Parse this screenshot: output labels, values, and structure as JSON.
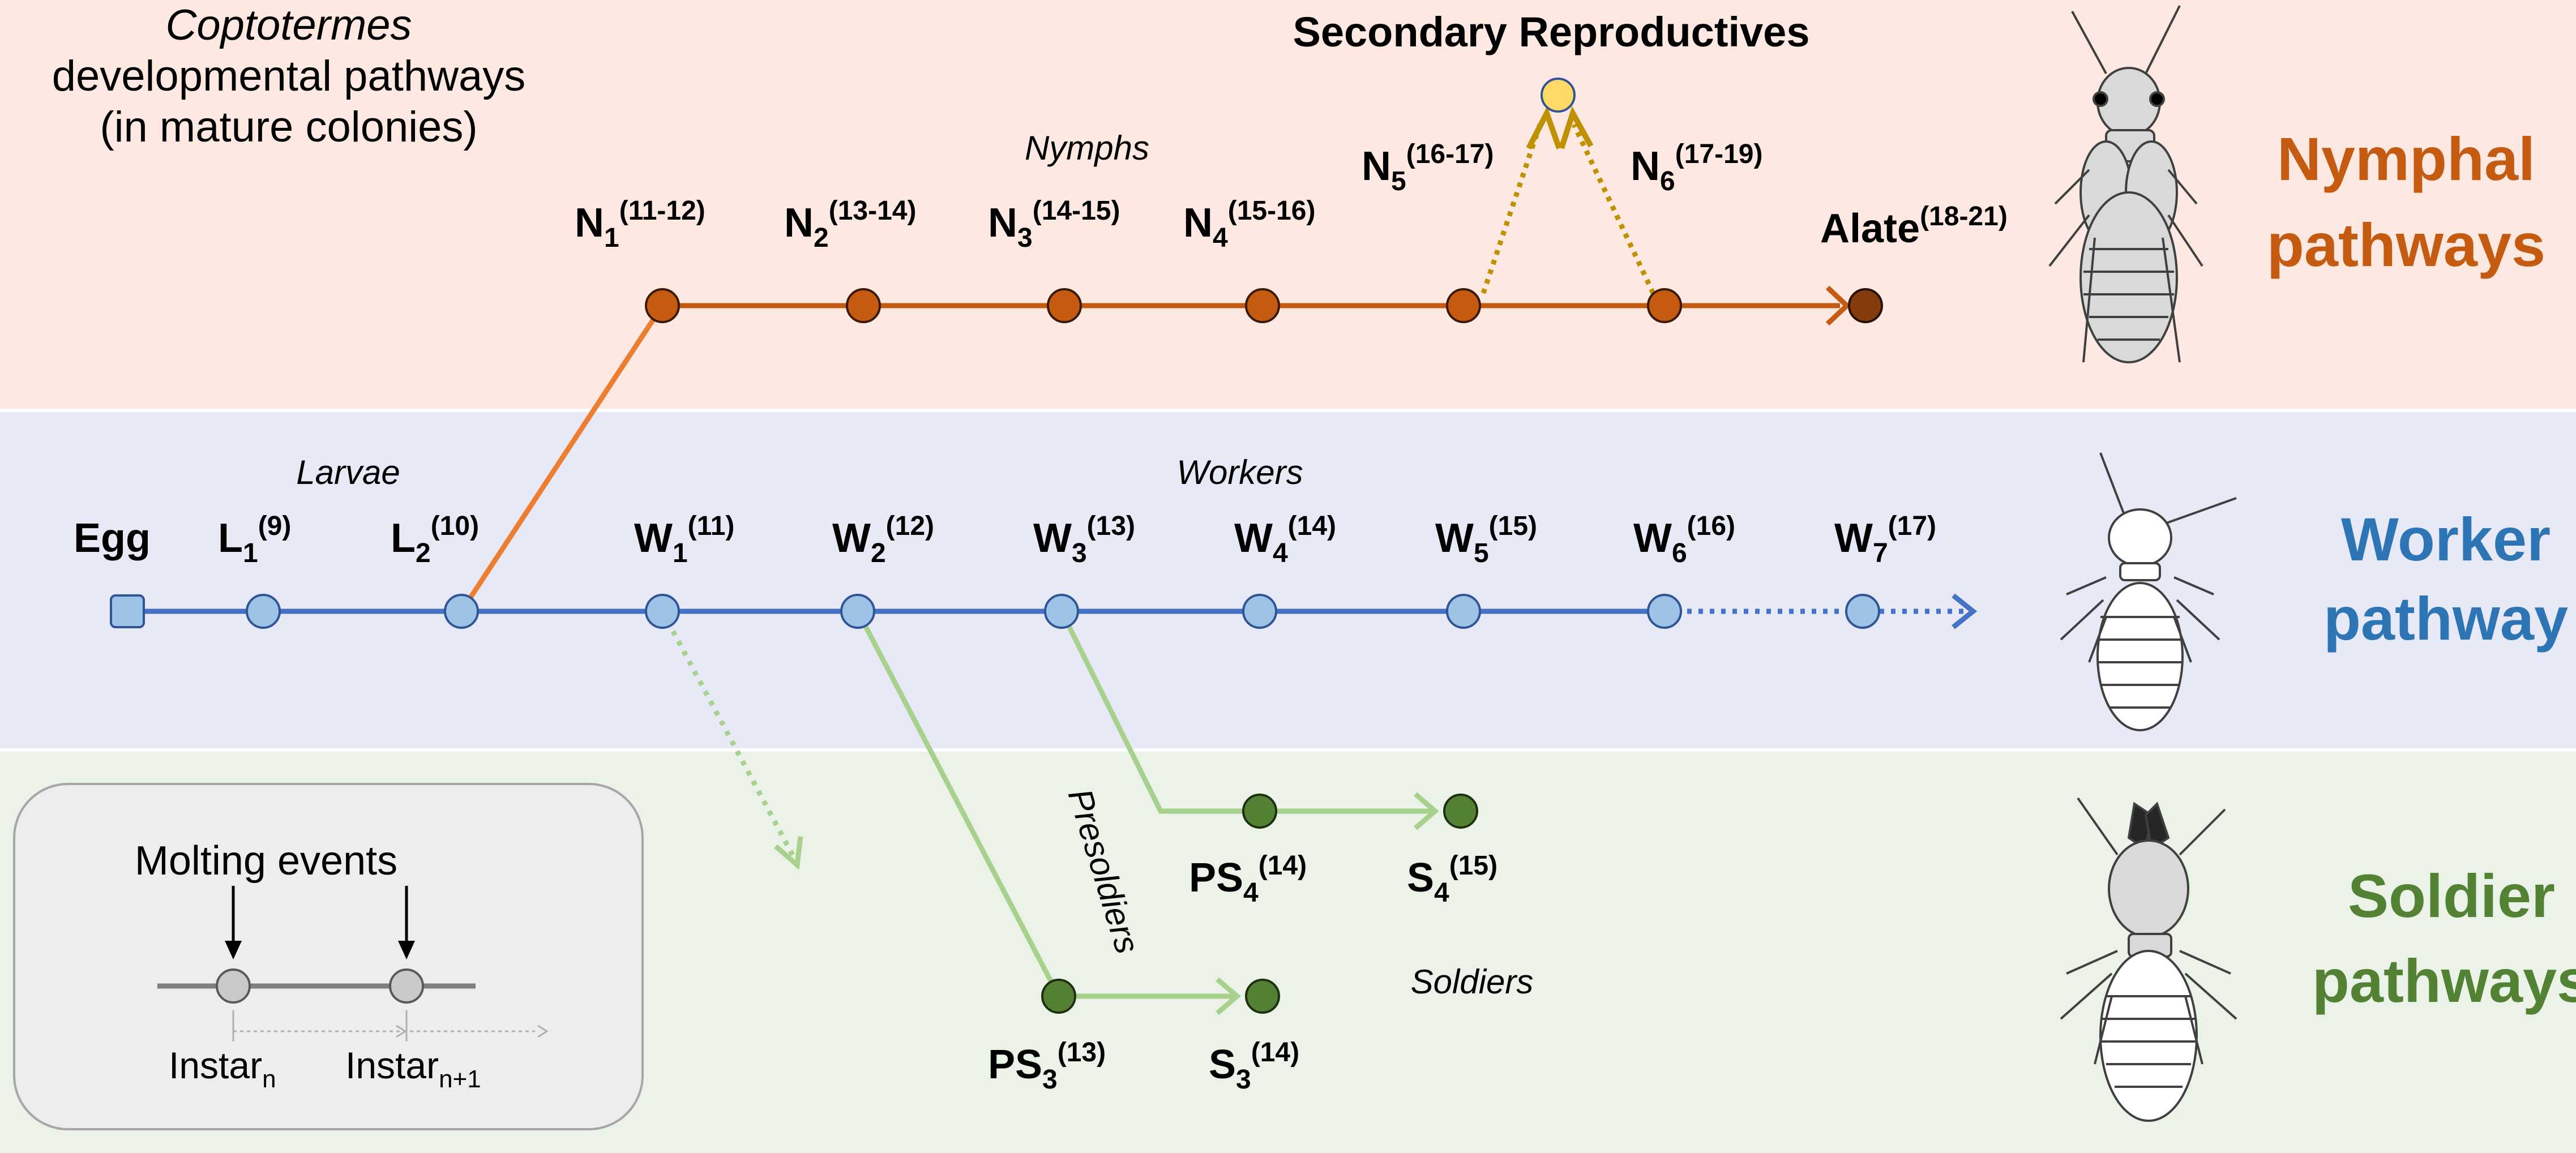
{
  "colors": {
    "nymph_band": "#fde9e1",
    "worker_band": "#e7eaf6",
    "soldier_band": "#ebf3e8",
    "nymph_line": "#c55a11",
    "nymph_branch": "#ed7d31",
    "worker_line": "#4472c4",
    "worker_node": "#9dc3e6",
    "soldier_line": "#a9d18e",
    "soldier_node": "#548235",
    "secondary_arrow": "#bf9000",
    "secondary_node": "#ffd966",
    "alate_node": "#843c0c",
    "nymphal_title": "#c55a11",
    "worker_title": "#2e75b6",
    "soldier_title": "#548235",
    "legend_box": "#ededed",
    "legend_line": "#7f7f7f"
  },
  "title": {
    "genus": "Coptotermes",
    "line2": "developmental pathways",
    "line3": "(in mature colonies)"
  },
  "pathway_titles": {
    "nymphal_line1": "Nymphal",
    "nymphal_line2": "pathways",
    "worker_line1": "Worker",
    "worker_line2": "pathway",
    "soldier_line1": "Soldier",
    "soldier_line2": "pathways"
  },
  "group_labels": {
    "nymphs": "Nymphs",
    "larvae": "Larvae",
    "workers": "Workers",
    "presoldiers": "Presoldiers",
    "soldiers": "Soldiers",
    "secondary_reproductives": "Secondary Reproductives"
  },
  "nodes": {
    "egg": {
      "base": "Egg"
    },
    "l1": {
      "base": "L",
      "sub": "1",
      "sup": "(9)"
    },
    "l2": {
      "base": "L",
      "sub": "2",
      "sup": "(10)"
    },
    "w1": {
      "base": "W",
      "sub": "1",
      "sup": "(11)"
    },
    "w2": {
      "base": "W",
      "sub": "2",
      "sup": "(12)"
    },
    "w3": {
      "base": "W",
      "sub": "3",
      "sup": "(13)"
    },
    "w4": {
      "base": "W",
      "sub": "4",
      "sup": "(14)"
    },
    "w5": {
      "base": "W",
      "sub": "5",
      "sup": "(15)"
    },
    "w6": {
      "base": "W",
      "sub": "6",
      "sup": "(16)"
    },
    "w7": {
      "base": "W",
      "sub": "7",
      "sup": "(17)"
    },
    "n1": {
      "base": "N",
      "sub": "1",
      "sup": "(11-12)"
    },
    "n2": {
      "base": "N",
      "sub": "2",
      "sup": "(13-14)"
    },
    "n3": {
      "base": "N",
      "sub": "3",
      "sup": "(14-15)"
    },
    "n4": {
      "base": "N",
      "sub": "4",
      "sup": "(15-16)"
    },
    "n5": {
      "base": "N",
      "sub": "5",
      "sup": "(16-17)"
    },
    "n6": {
      "base": "N",
      "sub": "6",
      "sup": "(17-19)"
    },
    "alate": {
      "base": "Alate",
      "sup": "(18-21)"
    },
    "ps3": {
      "base": "PS",
      "sub": "3",
      "sup": "(13)"
    },
    "s3": {
      "base": "S",
      "sub": "3",
      "sup": "(14)"
    },
    "ps4": {
      "base": "PS",
      "sub": "4",
      "sup": "(14)"
    },
    "s4": {
      "base": "S",
      "sub": "4",
      "sup": "(15)"
    }
  },
  "legend": {
    "title": "Molting events",
    "instar_base": "Instar",
    "sub_n": "n",
    "sub_n1": "n+1"
  }
}
